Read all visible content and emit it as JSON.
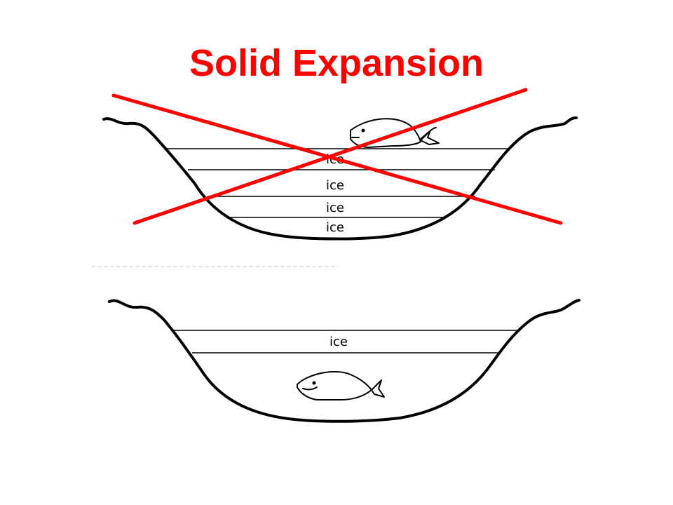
{
  "title": "Solid Expansion",
  "colors": {
    "title": "#ff0000",
    "cross": "#ff0000",
    "ink": "#000000"
  },
  "top_diagram": {
    "ice_labels": [
      "ice",
      "ice",
      "ice",
      "ice"
    ],
    "crossed_out": true
  },
  "bottom_diagram": {
    "ice_labels": [
      "ice"
    ]
  }
}
